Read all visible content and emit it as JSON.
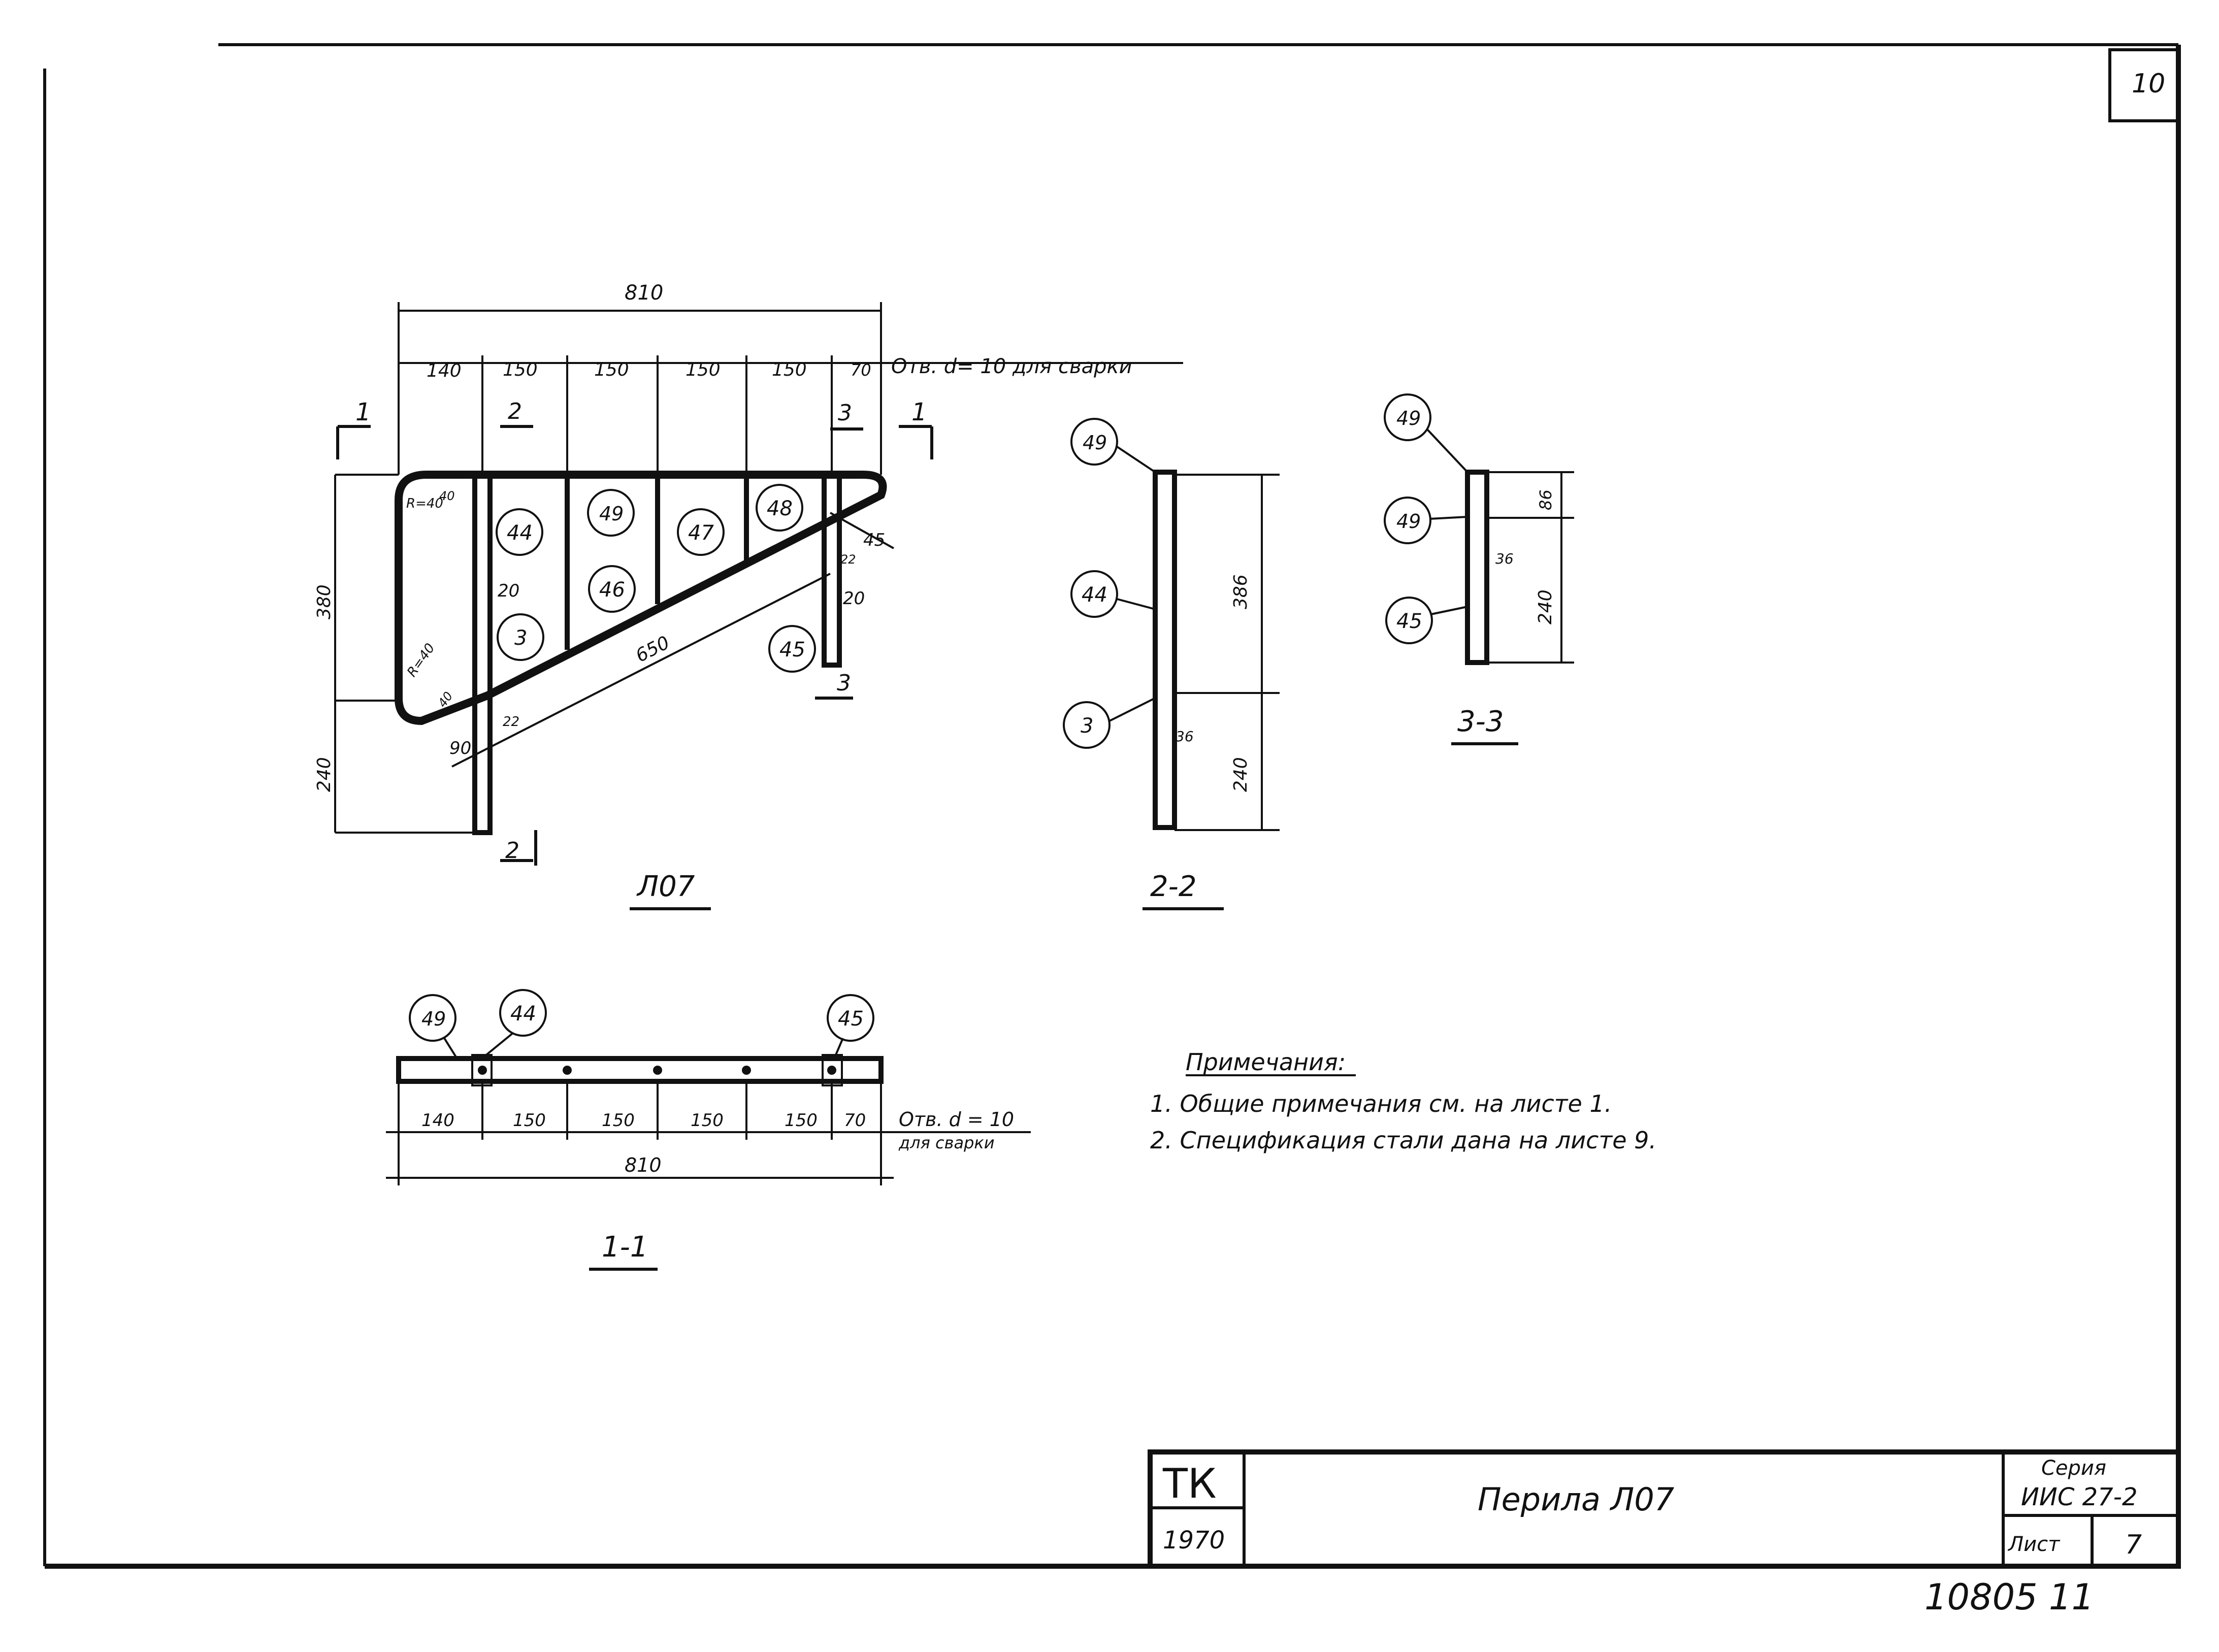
{
  "sheet_number": "10",
  "views": {
    "main": {
      "title": "Л07",
      "top_total": "810",
      "top_segments": [
        "140",
        "150",
        "150",
        "150",
        "150",
        "70"
      ],
      "top_note": "Отв. d= 10 для сварки",
      "left_dims": [
        "380",
        "240"
      ],
      "section_marks": [
        "1",
        "2",
        "3",
        "1",
        "3",
        "2"
      ],
      "callouts": [
        "44",
        "49",
        "47",
        "48",
        "46",
        "3",
        "45"
      ],
      "small_dims": [
        "R=40",
        "40",
        "R=40",
        "40",
        "20",
        "20",
        "45",
        "22",
        "650",
        "90",
        "22"
      ]
    },
    "section_2_2": {
      "title": "2-2",
      "callouts": [
        "49",
        "44",
        "3"
      ],
      "dims": [
        "386",
        "240",
        "36"
      ]
    },
    "section_3_3": {
      "title": "3-3",
      "callouts": [
        "49",
        "49",
        "45"
      ],
      "dims": [
        "86",
        "240",
        "36"
      ]
    },
    "section_1_1": {
      "title": "1-1",
      "callouts": [
        "49",
        "44",
        "45"
      ],
      "segments": [
        "140",
        "150",
        "150",
        "150",
        "150",
        "70"
      ],
      "total": "810",
      "note_line1": "Отв. d = 10",
      "note_line2": "для сварки"
    }
  },
  "notes": {
    "heading": "Примечания:",
    "items": [
      "1. Общие примечания см. на листе 1.",
      "2. Спецификация стали дана на листе 9."
    ]
  },
  "title_block": {
    "org": "ТК",
    "year": "1970",
    "title": "Перила Л07",
    "series_label": "Серия",
    "series_value": "ИИС 27-2",
    "sheet_label": "Лист",
    "sheet_value": "7"
  },
  "footer_code": "10805 11"
}
